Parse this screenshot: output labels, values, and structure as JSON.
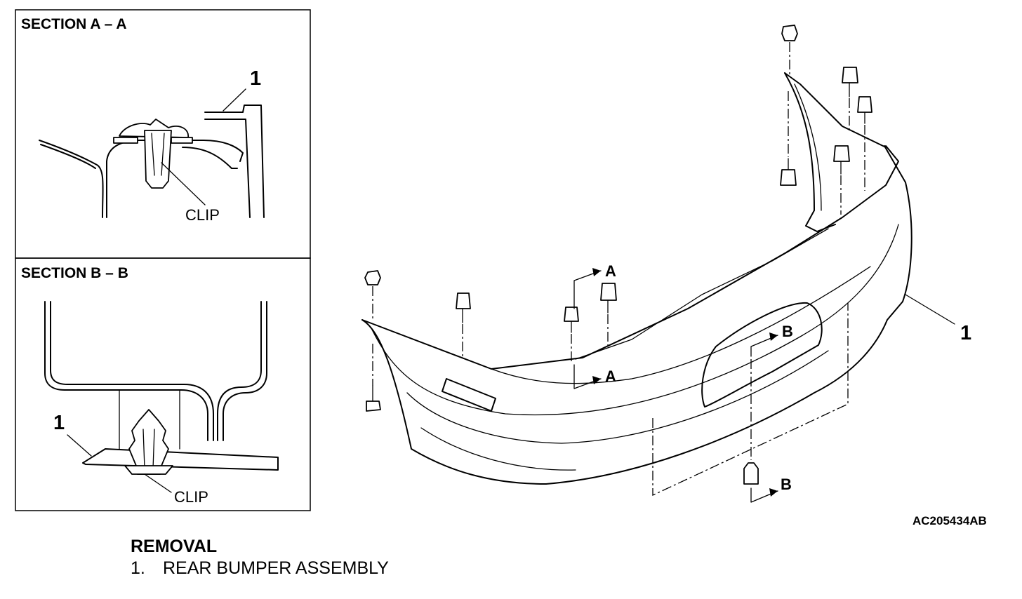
{
  "section_a": {
    "title": "SECTION A – A",
    "callout": "1",
    "clip_label": "CLIP"
  },
  "section_b": {
    "title": "SECTION B – B",
    "callout": "1",
    "clip_label": "CLIP"
  },
  "main_view": {
    "callout": "1",
    "section_markers": [
      {
        "label": "A"
      },
      {
        "label": "A"
      },
      {
        "label": "B"
      },
      {
        "label": "B"
      }
    ],
    "reference_code": "AC205434AB"
  },
  "legend": {
    "title": "REMOVAL",
    "items": [
      {
        "number": "1.",
        "label": "REAR BUMPER ASSEMBLY"
      }
    ]
  }
}
